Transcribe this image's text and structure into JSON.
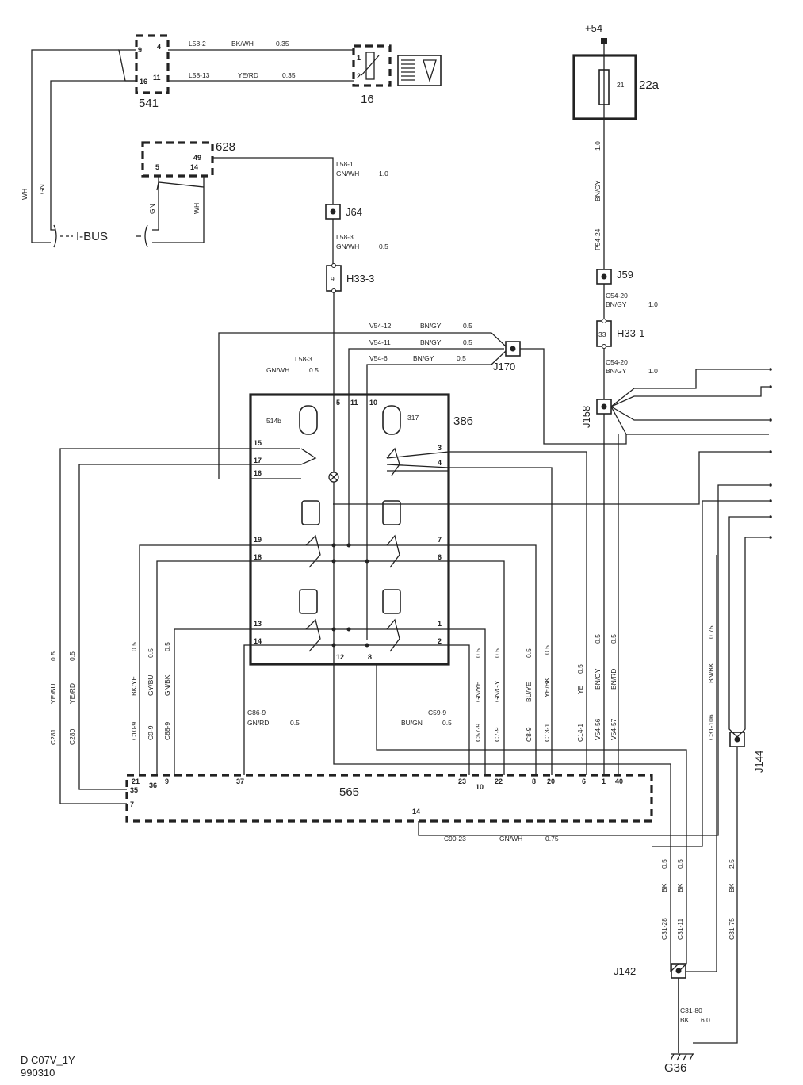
{
  "components": {
    "c541": "541",
    "c16": "16",
    "c628": "628",
    "c22a": "22a",
    "c386": "386",
    "c565": "565",
    "c514b": "514b",
    "c317": "317",
    "fuse": "21",
    "supply": "+54",
    "ibus": "I-BUS"
  },
  "junctions": {
    "J64": "J64",
    "H33_3": "H33-3",
    "J170": "J170",
    "J59": "J59",
    "H33_1": "H33-1",
    "J158": "J158",
    "J144": "J144",
    "J142": "J142",
    "G36": "G36"
  },
  "pins": {
    "p541_9": "9",
    "p541_16": "16",
    "p541_4": "4",
    "p541_11": "11",
    "p16_1": "1",
    "p16_2": "2",
    "p628_49": "49",
    "p628_5": "5",
    "p628_14": "14",
    "pH33_3": "9",
    "pH33_1": "33",
    "p386_5": "5",
    "p386_11": "11",
    "p386_10": "10",
    "p386_15": "15",
    "p386_17": "17",
    "p386_16": "16",
    "p386_3": "3",
    "p386_4": "4",
    "p386_19": "19",
    "p386_18": "18",
    "p386_7": "7",
    "p386_6": "6",
    "p386_13": "13",
    "p386_14": "14",
    "p386_1": "1",
    "p386_2": "2",
    "p386_12": "12",
    "p386_8": "8",
    "p565_21": "21",
    "p565_36": "36",
    "p565_9": "9",
    "p565_37": "37",
    "p565_35": "35",
    "p565_7": "7",
    "p565_23": "23",
    "p565_10": "10",
    "p565_22": "22",
    "p565_8": "8",
    "p565_20": "20",
    "p565_6": "6",
    "p565_1": "1",
    "p565_40": "40",
    "p565_14": "14"
  },
  "wires": {
    "w1": {
      "id": "L58-2",
      "color": "BK/WH",
      "size": "0.35"
    },
    "w2": {
      "id": "L58-13",
      "color": "YE/RD",
      "size": "0.35"
    },
    "w3": {
      "id": "L58-1",
      "color": "GN/WH",
      "size": "1.0"
    },
    "w4": {
      "id": "L58-3",
      "color": "GN/WH",
      "size": "0.5"
    },
    "w5": {
      "id": "V54-12",
      "color": "BN/GY",
      "size": "0.5"
    },
    "w6": {
      "id": "V54-11",
      "color": "BN/GY",
      "size": "0.5"
    },
    "w7": {
      "id": "V54-6",
      "color": "BN/GY",
      "size": "0.5"
    },
    "w8": {
      "id": "L58-3",
      "color": "GN/WH",
      "size": "0.5"
    },
    "w9": {
      "id": "P54-24",
      "color": "BN/GY",
      "size": "1.0"
    },
    "w10": {
      "id": "C54-20",
      "color": "BN/GY",
      "size": "1.0"
    },
    "w11": {
      "id": "C54-20",
      "color": "BN/GY",
      "size": "1.0"
    },
    "w12": {
      "id": "C86-9",
      "color": "GN/RD",
      "size": "0.5"
    },
    "w13": {
      "id": "C59-9",
      "color": "BU/GN",
      "size": "0.5"
    },
    "w14": {
      "id": "C90-23",
      "color": "GN/WH",
      "size": "0.75"
    },
    "w15": {
      "id": "C31-80",
      "color": "BK",
      "size": "6.0"
    },
    "gnA": "GN",
    "whA": "WH",
    "gnB": "GN",
    "whB": "WH"
  },
  "vwires": [
    {
      "id": "C281",
      "color": "YE/BU",
      "size": "0.5"
    },
    {
      "id": "C280",
      "color": "YE/RD",
      "size": "0.5"
    },
    {
      "id": "C10-9",
      "color": "BK/YE",
      "size": "0.5"
    },
    {
      "id": "C9-9",
      "color": "GY/BU",
      "size": "0.5"
    },
    {
      "id": "C88-9",
      "color": "GN/BK",
      "size": "0.5"
    },
    {
      "id": "C57-9",
      "color": "GN/YE",
      "size": "0.5"
    },
    {
      "id": "C7-9",
      "color": "GN/GY",
      "size": "0.5"
    },
    {
      "id": "C8-9",
      "color": "BU/YE",
      "size": "0.5"
    },
    {
      "id": "C13-1",
      "color": "YE/BK",
      "size": "0.5"
    },
    {
      "id": "C14-1",
      "color": "YE",
      "size": "0.5"
    },
    {
      "id": "V54-56",
      "color": "BN/GY",
      "size": "0.5"
    },
    {
      "id": "V54-57",
      "color": "BN/RD",
      "size": "0.5"
    },
    {
      "id": "C31-106",
      "color": "BN/BK",
      "size": "0.75"
    },
    {
      "id": "C31-28",
      "color": "BK",
      "size": "0.5"
    },
    {
      "id": "C31-11",
      "color": "BK",
      "size": "0.5"
    },
    {
      "id": "C31-75",
      "color": "BK",
      "size": "2.5"
    }
  ],
  "footer": {
    "code": "D  C07V_1Y",
    "date": "990310"
  }
}
